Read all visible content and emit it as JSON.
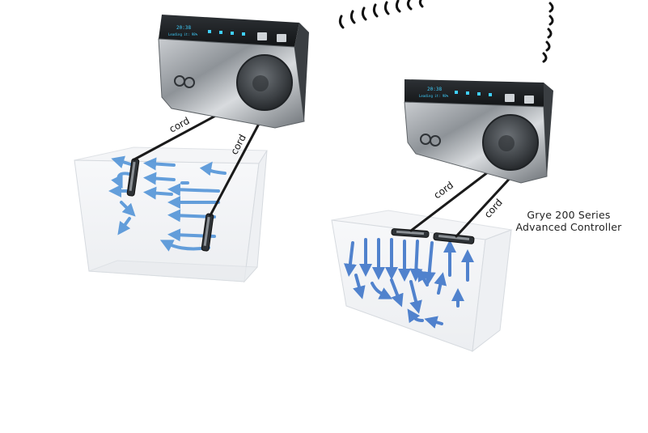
{
  "cord_labels": [
    "cord",
    "cord",
    "cord",
    "cord"
  ],
  "caption": {
    "line1": "Grye 200 Series",
    "line2": "Advanced Controller"
  },
  "controller_display": {
    "time": "20:38",
    "status": "Leading it: 98%"
  },
  "icons": [
    "controller-logo-icon",
    "power-icon",
    "mode-icon",
    "wireless-signal-icon"
  ],
  "colors": {
    "flow_arrow": "#4a8fd6",
    "flow_arrow_right": "#3f76c9",
    "controller_body": "#9a9fa4",
    "controller_panel": "#1c1f22",
    "display_text": "#3fd0ff",
    "cord": "#1a1a1a",
    "tank_edge": "#d6dadf"
  }
}
